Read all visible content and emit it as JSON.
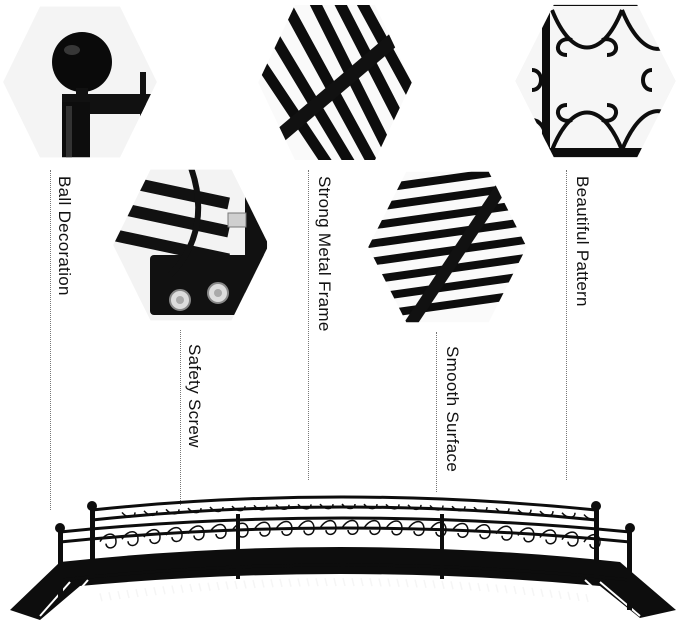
{
  "features": [
    {
      "name": "ball-decoration",
      "label": "Ball Decoration"
    },
    {
      "name": "safety-screw",
      "label": "Safety Screw"
    },
    {
      "name": "strong-metal-frame",
      "label": "Strong Metal Frame"
    },
    {
      "name": "smooth-surface",
      "label": "Smooth Surface"
    },
    {
      "name": "beautiful-pattern",
      "label": "Beautiful Pattern"
    }
  ],
  "colors": {
    "metal": "#0d0d0d",
    "background": "#ffffff",
    "panel": "#f2f2f2"
  }
}
